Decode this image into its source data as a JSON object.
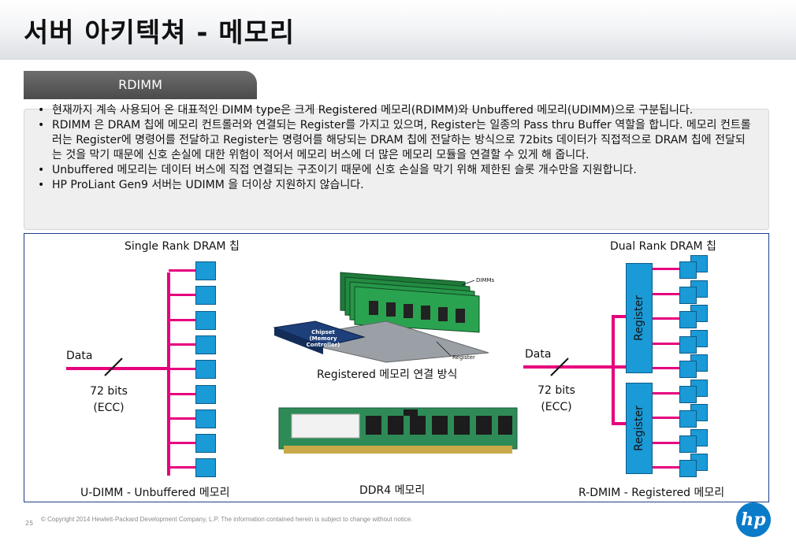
{
  "slide": {
    "title": "서버 아키텍쳐 - 메모리",
    "tab_label": "RDIMM",
    "bullets": [
      "현재까지 계속 사용되어 온 대표적인 DIMM type은 크게 Registered 메모리(RDIMM)와 Unbuffered 메모리(UDIMM)으로 구분됩니다.",
      "RDIMM 은 DRAM 칩에 메모리 컨트롤러와 연결되는 Register를 가지고 있으며, Register는 일종의 Pass thru Buffer 역할을 합니다. 메모리 컨트롤러는 Register에 명령어를 전달하고 Register는 명령어를 해당되는 DRAM 칩에 전달하는 방식으로 72bits 데이터가 직접적으로 DRAM 칩에 전달되는 것을 막기 때문에 신호 손실에 대한 위험이 적어서 메모리 버스에 더 많은 메모리 모듈을 연결할 수 있게 해 줍니다.",
      "Unbuffered 메모리는 데이터 버스에 직접 연결되는 구조이기 때문에 신호 손실을 막기 위해 제한된 슬롯 개수만을 지원합니다.",
      "HP ProLiant Gen9 서버는 UDIMM 을 더이상 지원하지 않습니다."
    ]
  },
  "diagram": {
    "left": {
      "heading": "Single Rank DRAM 칩",
      "data_label": "Data",
      "bits_label": "72 bits",
      "ecc_label": "(ECC)",
      "caption": "U-DIMM - Unbuffered 메모리",
      "chip_count": 9
    },
    "center": {
      "dimms_label": "DIMMs",
      "chipset_label_1": "Chipset",
      "chipset_label_2": "(Memory",
      "chipset_label_3": "Controller)",
      "register_label": "Register",
      "caption_top": "Registered 메모리 연결 방식",
      "caption_bottom": "DDR4 메모리"
    },
    "right": {
      "heading": "Dual Rank DRAM 칩",
      "data_label": "Data",
      "bits_label": "72 bits",
      "ecc_label": "(ECC)",
      "register_1": "Register",
      "register_2": "Register",
      "caption": "R-DMIM - Registered 메모리",
      "chip_count": 9
    }
  },
  "footer": {
    "page_number": "25",
    "copyright": "© Copyright 2014 Hewlett-Packard Development Company, L.P. The information contained herein is subject to change without notice.",
    "logo_text": "hp"
  },
  "colors": {
    "line": "#e6007e",
    "chip": "#1a9ad6",
    "frame": "#1b3f8b",
    "logo": "#0a7bc9"
  }
}
